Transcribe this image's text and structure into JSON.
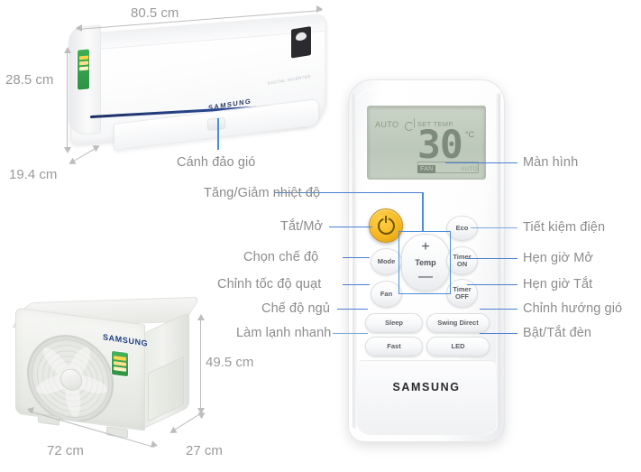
{
  "product": {
    "brand": "SAMSUNG",
    "indoor_badge_text": "",
    "outdoor_brand": "SAMSUNG",
    "indoor_inverter_text": "DIGITAL INVERTER"
  },
  "dimensions": {
    "indoor_width": "80.5 cm",
    "indoor_height": "28.5 cm",
    "indoor_depth": "19.4 cm",
    "outdoor_width": "72 cm",
    "outdoor_height": "49.5 cm",
    "outdoor_depth": "27 cm"
  },
  "callouts_left": [
    {
      "id": "canh-dao-gio",
      "label": "Cánh đảo gió"
    },
    {
      "id": "tang-giam-nhiet-do",
      "label": "Tăng/Giảm nhiệt độ"
    },
    {
      "id": "tat-mo",
      "label": "Tắt/Mở"
    },
    {
      "id": "chon-che-do",
      "label": "Chọn chế độ"
    },
    {
      "id": "chinh-toc-do-quat",
      "label": "Chỉnh tốc độ quạt"
    },
    {
      "id": "che-do-ngu",
      "label": "Chế độ ngủ"
    },
    {
      "id": "lam-lanh-nhanh",
      "label": "Làm lạnh nhanh"
    }
  ],
  "callouts_right": [
    {
      "id": "man-hinh",
      "label": "Màn hình"
    },
    {
      "id": "tiet-kiem-dien",
      "label": "Tiết kiệm điện"
    },
    {
      "id": "hen-gio-mo",
      "label": "Hẹn giờ Mở"
    },
    {
      "id": "hen-gio-tat",
      "label": "Hẹn giờ Tắt"
    },
    {
      "id": "chinh-huong-gio",
      "label": "Chỉnh hướng gió"
    },
    {
      "id": "bat-tat-den",
      "label": "Bật/Tắt đèn"
    }
  ],
  "remote": {
    "brand": "SAMSUNG",
    "lcd": {
      "mode": "AUTO",
      "set_temp_label": "SET TEMP.",
      "temperature": "30",
      "unit": "°C",
      "fan_label": "FAN",
      "fan_speed": "AUTO"
    },
    "buttons": {
      "power": "",
      "mode": "Mode",
      "fan": "Fan",
      "sleep": "Sleep",
      "fast": "Fast",
      "eco": "Eco",
      "timer_on_line1": "Timer",
      "timer_on_line2": "ON",
      "timer_off_line1": "Timer",
      "timer_off_line2": "OFF",
      "swing_direct": "Swing Direct",
      "led": "LED",
      "temp_plus": "+",
      "temp_label": "Temp",
      "temp_minus": "—"
    }
  },
  "colors": {
    "callout_line": "#4a7fd0",
    "callout_line_light": "#7aa7de",
    "label_text": "#8c8c8c",
    "dimension_text": "#9a9a9a",
    "power_button": "#f5b81f",
    "lcd_background": "#c4ceC1",
    "accent_blue": "#4a8ed8",
    "background": "#ffffff"
  }
}
